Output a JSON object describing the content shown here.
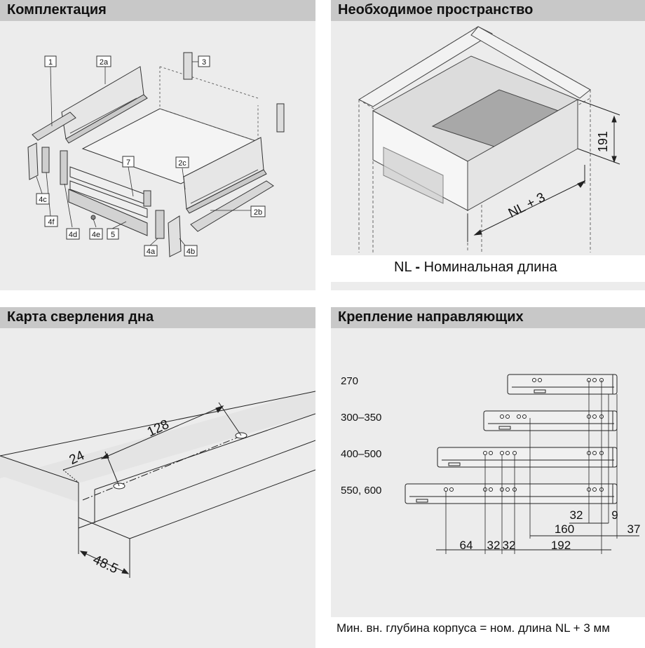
{
  "panels": {
    "components": {
      "title": "Комплектация",
      "callouts": [
        "1",
        "2a",
        "3",
        "2c",
        "7",
        "4c",
        "4f",
        "4d",
        "4e",
        "5",
        "4a",
        "4b",
        "2b"
      ]
    },
    "space": {
      "title": "Необходимое пространство",
      "height_dim": "191",
      "length_dim": "NL + 3",
      "caption_abbr": "NL",
      "caption_dash": "-",
      "caption_text": "Номинальная длина"
    },
    "drilling": {
      "title": "Карта сверления дна",
      "dims": {
        "d128": "128",
        "d24": "24",
        "d485": "48.5"
      }
    },
    "runners": {
      "title": "Крепление направляющих",
      "rows": [
        {
          "label": "270"
        },
        {
          "label": "300–350"
        },
        {
          "label": "400–500"
        },
        {
          "label": "550, 600"
        }
      ],
      "dims": {
        "d32a": "32",
        "d9": "9",
        "d160": "160",
        "d37": "37",
        "d64": "64",
        "d32b": "32",
        "d32c": "32",
        "d192": "192"
      },
      "footer": "Мин. вн. глубина корпуса = ном. длина NL + 3 мм"
    }
  },
  "colors": {
    "header_bg": "#c8c8c8",
    "panel_bg": "#ececec",
    "line": "#222222"
  }
}
